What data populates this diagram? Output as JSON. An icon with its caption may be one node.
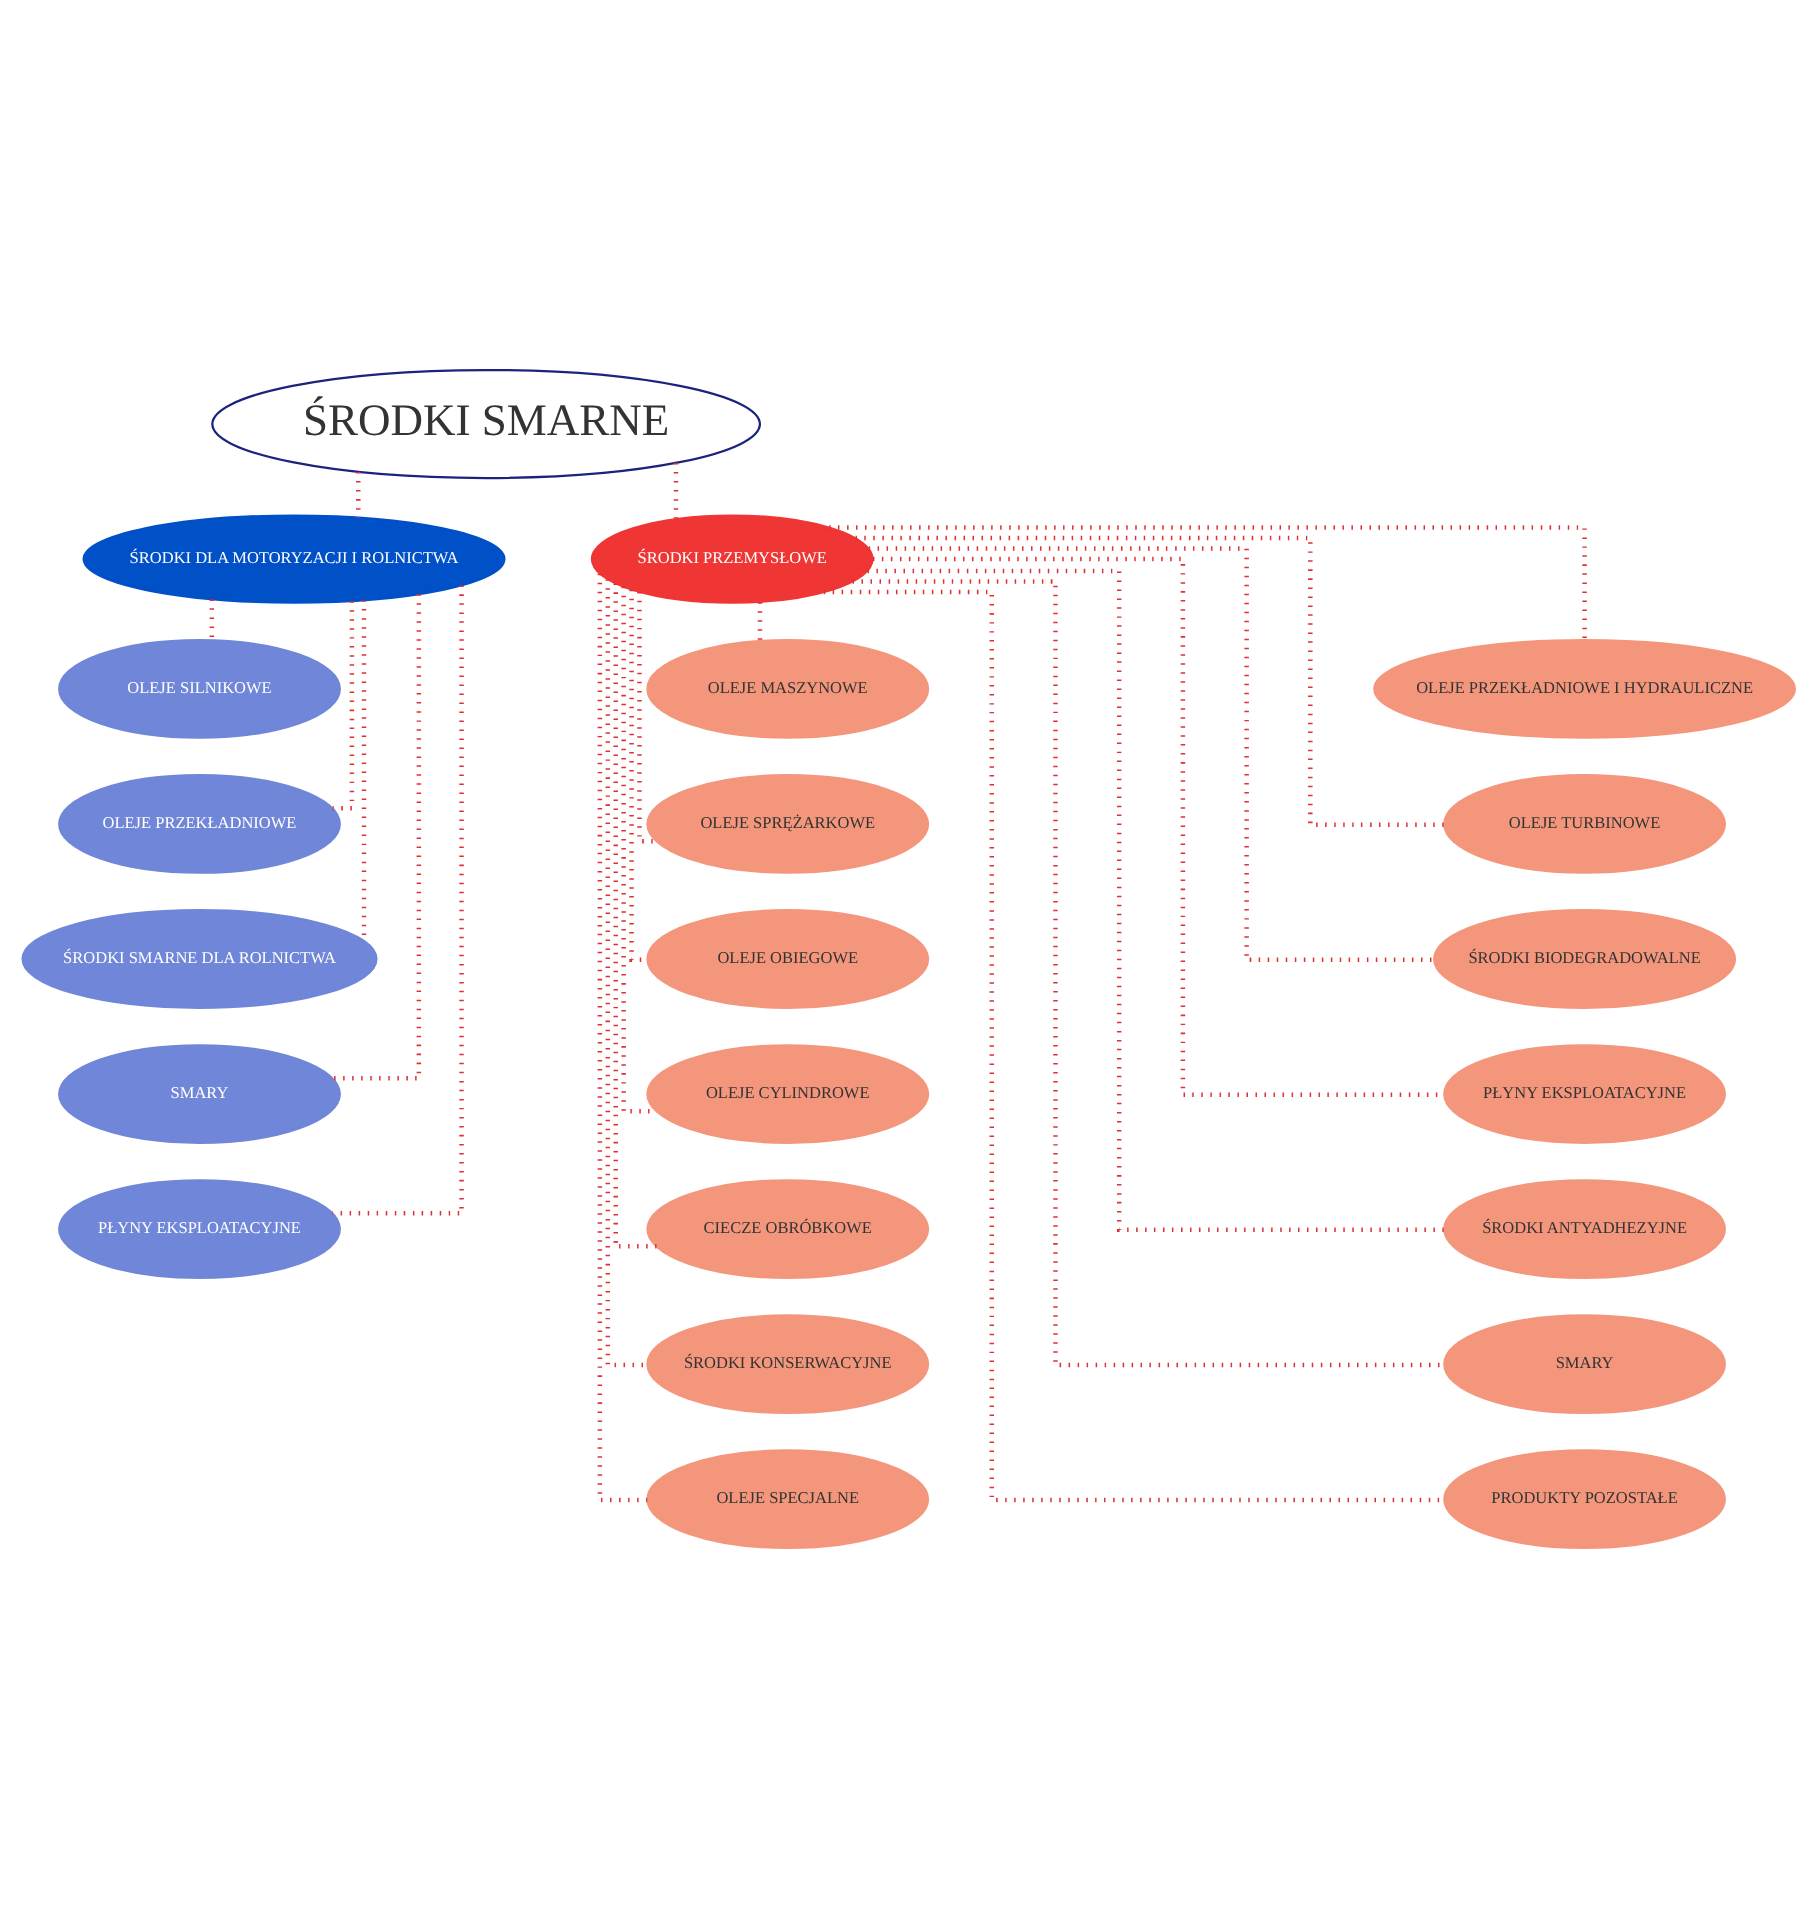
{
  "diagram": {
    "nodes": [
      {
        "text": [
          "ŚRODKI SMARNE"
        ]
      },
      {
        "text": [
          "ŚRODKI DLA MOTORYZACJI I ROLNICTWA"
        ]
      },
      {
        "text": [
          "ŚRODKI PRZEMYSŁOWE"
        ]
      },
      {
        "text": [
          "OLEJE SILNIKOWE"
        ]
      },
      {
        "text": [
          "OLEJE PRZEKŁADNIOWE"
        ]
      },
      {
        "text": [
          "ŚRODKI SMARNE DLA ROLNICTWA"
        ]
      },
      {
        "text": [
          "SMARY"
        ]
      },
      {
        "text": [
          "PŁYNY EKSPLOATACYJNE"
        ]
      },
      {
        "text": [
          "OLEJE MASZYNOWE"
        ]
      },
      {
        "text": [
          "OLEJE SPRĘŻARKOWE"
        ]
      },
      {
        "text": [
          "OLEJE OBIEGOWE"
        ]
      },
      {
        "text": [
          "OLEJE CYLINDROWE"
        ]
      },
      {
        "text": [
          "CIECZE OBRÓBKOWE"
        ]
      },
      {
        "text": [
          "ŚRODKI KONSERWACYJNE"
        ]
      },
      {
        "text": [
          "OLEJE SPECJALNE"
        ]
      },
      {
        "text": [
          "OLEJE PRZEKŁADNIOWE I HYDRAULICZNE"
        ]
      },
      {
        "text": [
          "OLEJE TURBINOWE"
        ]
      },
      {
        "text": [
          "ŚRODKI BIODEGRADOWALNE"
        ]
      },
      {
        "text": [
          "PŁYNY EKSPLOATACYJNE"
        ]
      },
      {
        "text": [
          "ŚRODKI ANTYADHEZYJNE"
        ]
      },
      {
        "text": [
          "SMARY"
        ]
      },
      {
        "text": [
          "PRODUKTY POZOSTAŁE"
        ]
      }
    ],
    "edges": [
      {
        "from": 0,
        "to": 1,
        "arrow": "none"
      },
      {
        "from": 0,
        "to": 2,
        "arrow": "none"
      },
      {
        "from": 1,
        "to": 3,
        "arrow": "none"
      },
      {
        "from": 1,
        "to": 4,
        "arrow": "none"
      },
      {
        "from": 1,
        "to": 5,
        "arrow": "none"
      },
      {
        "from": 1,
        "to": 6,
        "arrow": "none"
      },
      {
        "from": 1,
        "to": 7,
        "arrow": "none"
      },
      {
        "from": 2,
        "to": 8,
        "arrow": "none"
      },
      {
        "from": 2,
        "to": 9,
        "arrow": "none"
      },
      {
        "from": 2,
        "to": 10,
        "arrow": "none"
      },
      {
        "from": 2,
        "to": 11,
        "arrow": "none"
      },
      {
        "from": 2,
        "to": 12,
        "arrow": "none"
      },
      {
        "from": 2,
        "to": 13,
        "arrow": "none"
      },
      {
        "from": 2,
        "to": 14,
        "arrow": "none"
      },
      {
        "from": 2,
        "to": 15,
        "arrow": "none"
      },
      {
        "from": 2,
        "to": 16,
        "arrow": "none"
      },
      {
        "from": 2,
        "to": 17,
        "arrow": "none"
      },
      {
        "from": 2,
        "to": 18,
        "arrow": "none"
      },
      {
        "from": 2,
        "to": 19,
        "arrow": "none"
      },
      {
        "from": 2,
        "to": 20,
        "arrow": "none"
      },
      {
        "from": 2,
        "to": 21,
        "arrow": "none"
      }
    ]
  }
}
